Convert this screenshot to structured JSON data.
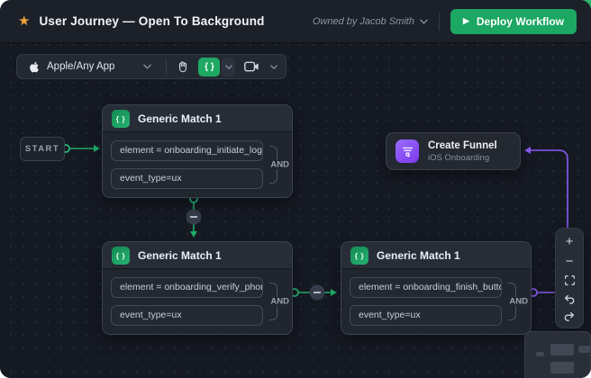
{
  "header": {
    "star_icon": "★",
    "title": "User Journey — Open To Background",
    "owner": "Owned by Jacob Smith",
    "deploy_button": "Deploy Workflow",
    "play_icon": "▶"
  },
  "toolbar": {
    "app_selector_value": "Apple/Any App",
    "braces_button": "{ }"
  },
  "canvas": {
    "start_label": "START",
    "match_nodes": [
      {
        "title": "Generic Match 1",
        "rows": [
          "element = onboarding_initiate_login",
          "event_type=ux"
        ],
        "operator": "AND"
      },
      {
        "title": "Generic Match 1",
        "rows": [
          "element = onboarding_verify_phone",
          "event_type=ux"
        ],
        "operator": "AND"
      },
      {
        "title": "Generic Match 1",
        "rows": [
          "element = onboarding_finish_button",
          "event_type=ux"
        ],
        "operator": "AND"
      }
    ],
    "action_node": {
      "title": "Create Funnel",
      "subtitle": "iOS Onboarding"
    }
  },
  "zoom_controls": {
    "zoom_in": "+",
    "zoom_out": "−"
  },
  "colors": {
    "accent_green": "#1fad68",
    "accent_purple": "#8a5cf5",
    "deploy_green": "#1ca763",
    "star_orange": "#f2a33c",
    "canvas_bg": "#151922"
  }
}
